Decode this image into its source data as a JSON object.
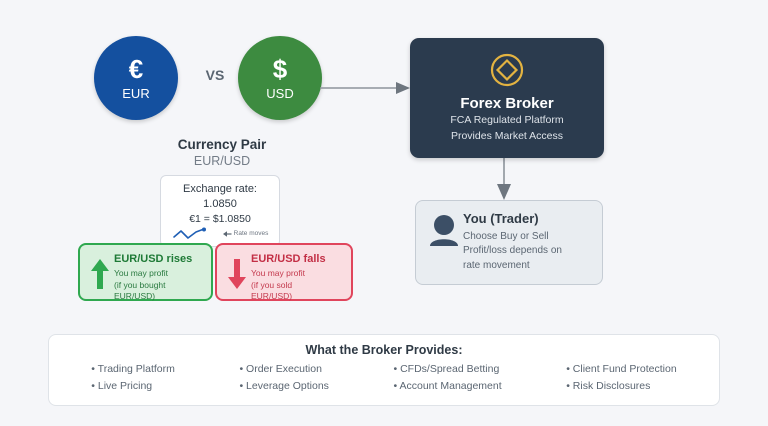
{
  "colors": {
    "background": "#f5f6f9",
    "eur_blue": "#14509f",
    "usd_green": "#3d8b40",
    "broker_navy": "#2b3b4e",
    "broker_icon_gold": "#e3b341",
    "rise_green": "#2fa84f",
    "fall_red": "#e0455c",
    "connector_gray": "#8d949c",
    "spark_blue": "#1f5fb5"
  },
  "currency_pair": {
    "base": {
      "symbol": "€",
      "code": "EUR",
      "icon": "euro-icon"
    },
    "quote": {
      "symbol": "$",
      "code": "USD",
      "icon": "dollar-icon"
    },
    "versus_label": "VS",
    "caption_title": "Currency Pair",
    "caption_value": "EUR/USD"
  },
  "exchange_rate": {
    "rate_line": "Exchange rate: 1.0850",
    "conversion_line": "€1 = $1.0850",
    "sparkline_label": "Rate moves",
    "sparkline_icon": "line-chart-icon",
    "pointer_icon": "left-arrow-icon",
    "rate_value": 1.085
  },
  "outcomes": [
    {
      "id": "rise",
      "arrow_icon": "arrow-up-icon",
      "heading": "EUR/USD rises",
      "body": "You may profit\n(if you bought\nEUR/USD)"
    },
    {
      "id": "fall",
      "arrow_icon": "arrow-down-icon",
      "heading": "EUR/USD falls",
      "body": "You may profit\n(if you sold\nEUR/USD)"
    }
  ],
  "broker": {
    "icon": "diamond-in-circle-icon",
    "title": "Forex Broker",
    "subtitle_line1": "FCA Regulated Platform",
    "subtitle_line2": "Provides Market Access"
  },
  "trader": {
    "icon": "person-avatar-icon",
    "title": "You (Trader)",
    "body_line1": "Choose Buy or Sell",
    "body_line2": "Profit/loss depends on",
    "body_line3": "rate movement"
  },
  "connectors": [
    {
      "name": "pair-to-broker",
      "direction": "right"
    },
    {
      "name": "broker-to-trader",
      "direction": "down"
    }
  ],
  "services": {
    "title": "What the Broker Provides:",
    "columns": [
      {
        "items": [
          "• Trading Platform",
          "• Live Pricing"
        ]
      },
      {
        "items": [
          "• Order Execution",
          "• Leverage Options"
        ]
      },
      {
        "items": [
          "• CFDs/Spread Betting",
          "• Account Management"
        ]
      },
      {
        "items": [
          "• Client Fund Protection",
          "• Risk Disclosures"
        ]
      }
    ]
  }
}
